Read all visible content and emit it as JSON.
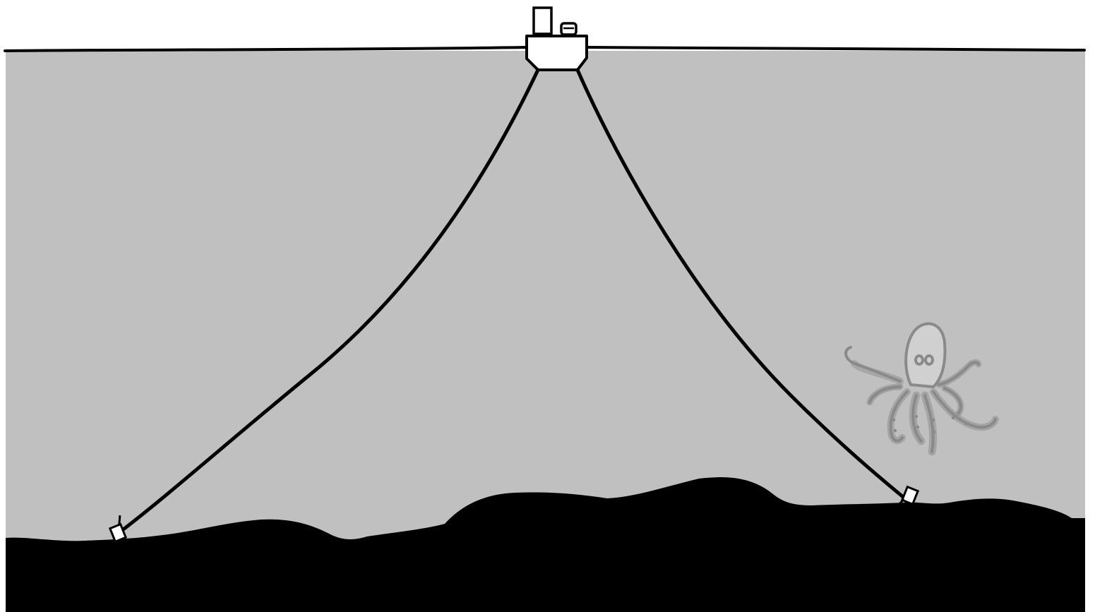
{
  "colors": {
    "background": "#ffffff",
    "water": "#c0c0c0",
    "seafloor": "#000000",
    "lines": "#000000",
    "ship": "#ffffff",
    "octopus_fill": "#d0d0d0",
    "octopus_stroke": "#8a8a8a"
  },
  "scene": {
    "ship": {
      "name": "ship",
      "icon": "ship-icon"
    },
    "cables": [
      {
        "name": "left-cable"
      },
      {
        "name": "right-cable"
      }
    ],
    "anchors": [
      {
        "name": "left-anchor",
        "icon": "anchor-device-icon"
      },
      {
        "name": "right-anchor",
        "icon": "anchor-device-icon"
      }
    ],
    "creature": {
      "name": "octopus",
      "icon": "octopus-icon"
    }
  }
}
